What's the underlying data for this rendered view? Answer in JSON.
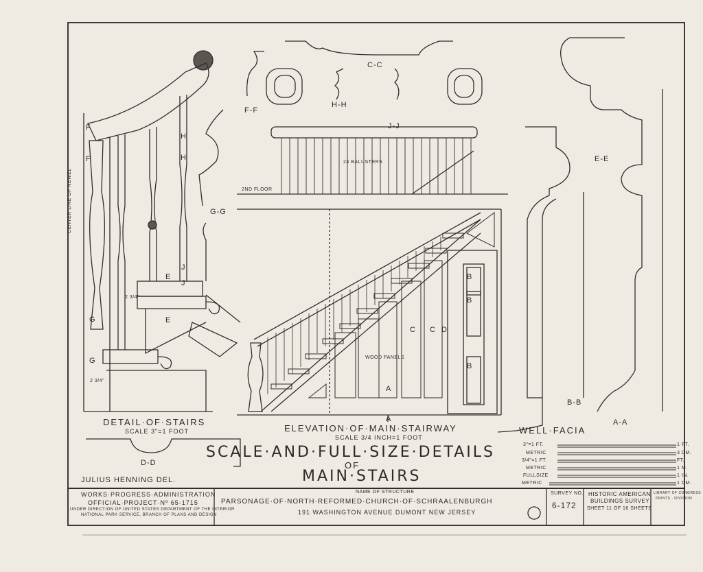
{
  "views": {
    "detail_stairs": {
      "title": "DETAIL·OF·STAIRS",
      "scale": "SCALE 3\"=1 FOOT"
    },
    "elevation": {
      "title": "ELEVATION·OF·MAIN·STAIRWAY",
      "scale": "SCALE 3/4 INCH=1 FOOT"
    },
    "well_facia": "WELL·FACIA",
    "sections": {
      "ff": "F-F",
      "hh": "H-H",
      "cc": "C-C",
      "jj": "J-J",
      "gg": "G-G",
      "ee": "E-E",
      "bb": "B-B",
      "aa": "A-A",
      "dd": "D-D"
    }
  },
  "annotations": {
    "f": "F",
    "h": "H",
    "e": "E",
    "j": "J",
    "g": "G",
    "c": "C",
    "d": "D",
    "a": "A",
    "b": "B",
    "balusters": "24 BALUSTERS",
    "floor": "2ND FLOOR",
    "wood_panels": "WOOD PANELS",
    "center_line_newel": "CENTER LINE OF NEWEL",
    "dim_2_3_4": "2 3/4\"",
    "dim_2_3_4_b": "2 3/4\""
  },
  "main_title": {
    "line1": "SCALE·AND·FULL·SIZE·DETAILS",
    "line2": "OF",
    "line3": "MAIN·STAIRS"
  },
  "delineator": "JULIUS HENNING DEL.",
  "scales": {
    "s1": "3\"=1 FT.",
    "s1_end": "1 FT.",
    "s2": "METRIC",
    "s2_end": "3 DM.",
    "s3": "3/4\"=1 FT.",
    "s3_end": "FT.",
    "s4": "METRIC",
    "s4_end": "1 M.",
    "s5": "FULLSIZE",
    "s5_end": "1 IN.",
    "s6": "METRIC",
    "s6_end": "1 DM."
  },
  "title_block": {
    "wpa_line1": "WORKS·PROGRESS·ADMINISTRATION",
    "wpa_line2": "OFFICIAL·PROJECT·Nº 65-1715",
    "wpa_line3": "UNDER DIRECTION OF UNITED STATES DEPARTMENT OF THE INTERIOR",
    "wpa_line4": "NATIONAL PARK SERVICE, BRANCH OF PLANS AND DESIGN",
    "name_label": "NAME OF STRUCTURE",
    "structure": "PARSONAGE·OF·NORTH·REFORMED·CHURCH·OF·SCHRAALENBURGH",
    "address": "191 WASHINGTON AVENUE DUMONT NEW JERSEY",
    "survey_label": "SURVEY NO.",
    "survey_no": "6-172",
    "habs_line1": "HISTORIC AMERICAN",
    "habs_line2": "BUILDINGS SURVEY",
    "sheet_text": "SHEET 11 OF 16 SHEETS",
    "library": "LIBRARY OF CONGRESS",
    "library2": "PRINTS · DIVISION"
  }
}
